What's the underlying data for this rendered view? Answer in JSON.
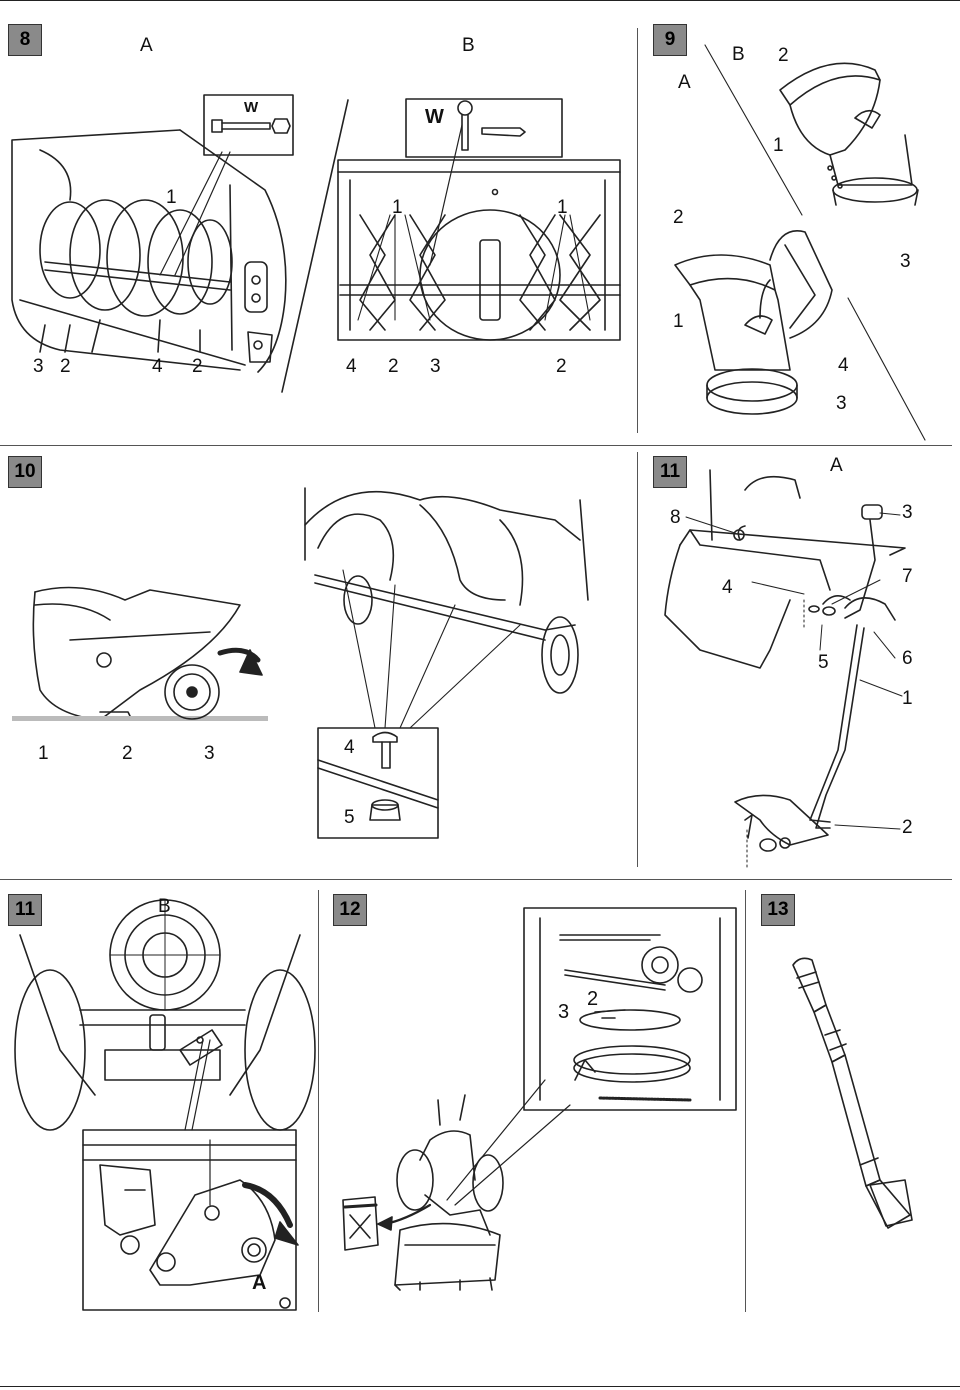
{
  "panels": {
    "p8": {
      "number": "8",
      "sub_a": "A",
      "sub_b": "B",
      "w_a": "W",
      "w_b": "W",
      "a_labels": [
        "1",
        "3",
        "2",
        "4",
        "2"
      ],
      "b_labels": [
        "1",
        "1",
        "4",
        "2",
        "3",
        "2"
      ]
    },
    "p9": {
      "number": "9",
      "sub_a": "A",
      "sub_b": "B",
      "labels": [
        "2",
        "1",
        "3",
        "2",
        "1",
        "4",
        "3"
      ]
    },
    "p10": {
      "number": "10",
      "labels": [
        "1",
        "2",
        "3",
        "4",
        "5"
      ]
    },
    "p11a": {
      "number": "11",
      "sub": "A",
      "labels": [
        "8",
        "3",
        "4",
        "7",
        "5",
        "6",
        "1",
        "2"
      ]
    },
    "p11b": {
      "number": "11",
      "sub": "B",
      "inset": "A"
    },
    "p12": {
      "number": "12",
      "labels": [
        "3",
        "2"
      ]
    },
    "p13": {
      "number": "13"
    }
  },
  "colors": {
    "badge": "#8a8a8a",
    "line": "#222222"
  }
}
